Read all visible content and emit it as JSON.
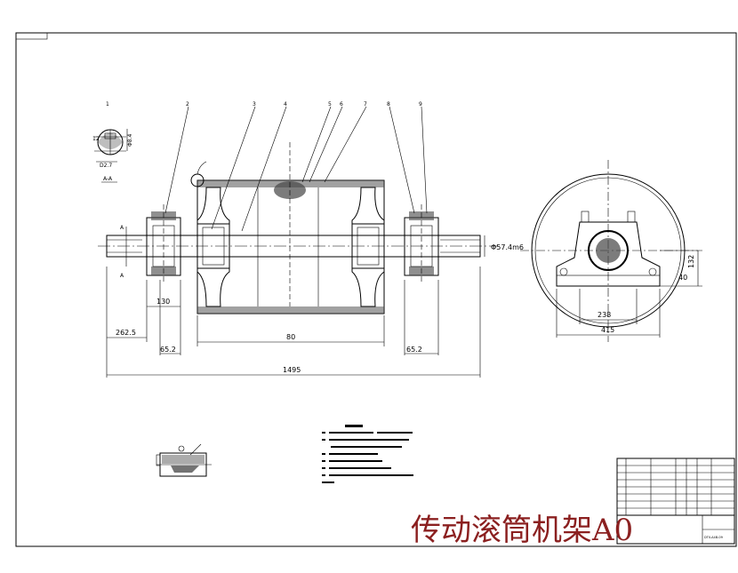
{
  "title_watermark": "传动滚筒机架A0",
  "section_label": "A-A",
  "section_marks": [
    "A",
    "A"
  ],
  "part_labels": [
    "1",
    "2",
    "3",
    "4",
    "5",
    "6",
    "7",
    "8",
    "9"
  ],
  "dimensions": {
    "left_overhang": "262.5",
    "left_seat": "130",
    "left_gap": "65.2",
    "right_gap": "65.2",
    "drum_width": "80",
    "overall_length": "1495",
    "shaft_dia": "Φ57.4m6",
    "pulley_width": "238",
    "pulley_base": "415",
    "pulley_height": "132",
    "pulley_small": "40"
  },
  "section_dims": {
    "a": "12",
    "b": "D2.7",
    "c": "Φ8.4"
  },
  "title_block": {
    "drawing_no": "DTII-A4B-09"
  },
  "colors": {
    "line": "#000000",
    "title_watermark": "#8b2020"
  }
}
